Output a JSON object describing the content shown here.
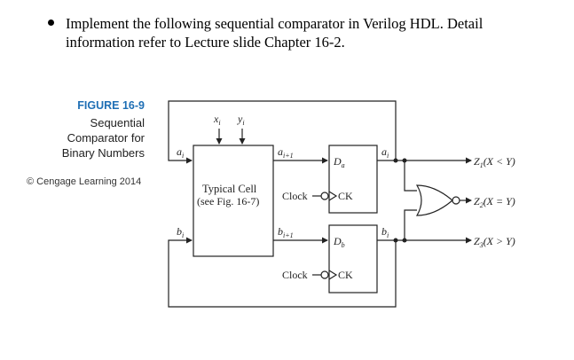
{
  "instruction": {
    "line1": "Implement the following sequential comparator in Verilog HDL. Detail",
    "line2": "information refer to Lecture slide Chapter 16-2."
  },
  "figure": {
    "label": "FIGURE 16-9",
    "title_lines": [
      "Sequential",
      "Comparator for",
      "Binary Numbers"
    ],
    "copyright": "© Cengage Learning 2014"
  },
  "diagram": {
    "cell_title": "Typical Cell",
    "cell_ref": "(see Fig. 16-7)",
    "inputs_x": "x",
    "inputs_x_sub": "i",
    "inputs_y": "y",
    "inputs_y_sub": "i",
    "a_in": "a",
    "a_in_sub": "i",
    "b_in": "b",
    "b_in_sub": "i",
    "a_next": "a",
    "a_next_sub": "i+1",
    "b_next": "b",
    "b_next_sub": "i+1",
    "ff_top_d": "D",
    "ff_top_d_sub": "a",
    "ff_bot_d": "D",
    "ff_bot_d_sub": "b",
    "ck": "CK",
    "clock": "Clock",
    "a_out": "a",
    "a_out_sub": "i",
    "b_out": "b",
    "b_out_sub": "i",
    "z1": "Z",
    "z1_sub": "1",
    "z1_expr": "(X < Y)",
    "z2": "Z",
    "z2_sub": "2",
    "z2_expr": "(X = Y)",
    "z3": "Z",
    "z3_sub": "3",
    "z3_expr": "(X > Y)"
  }
}
